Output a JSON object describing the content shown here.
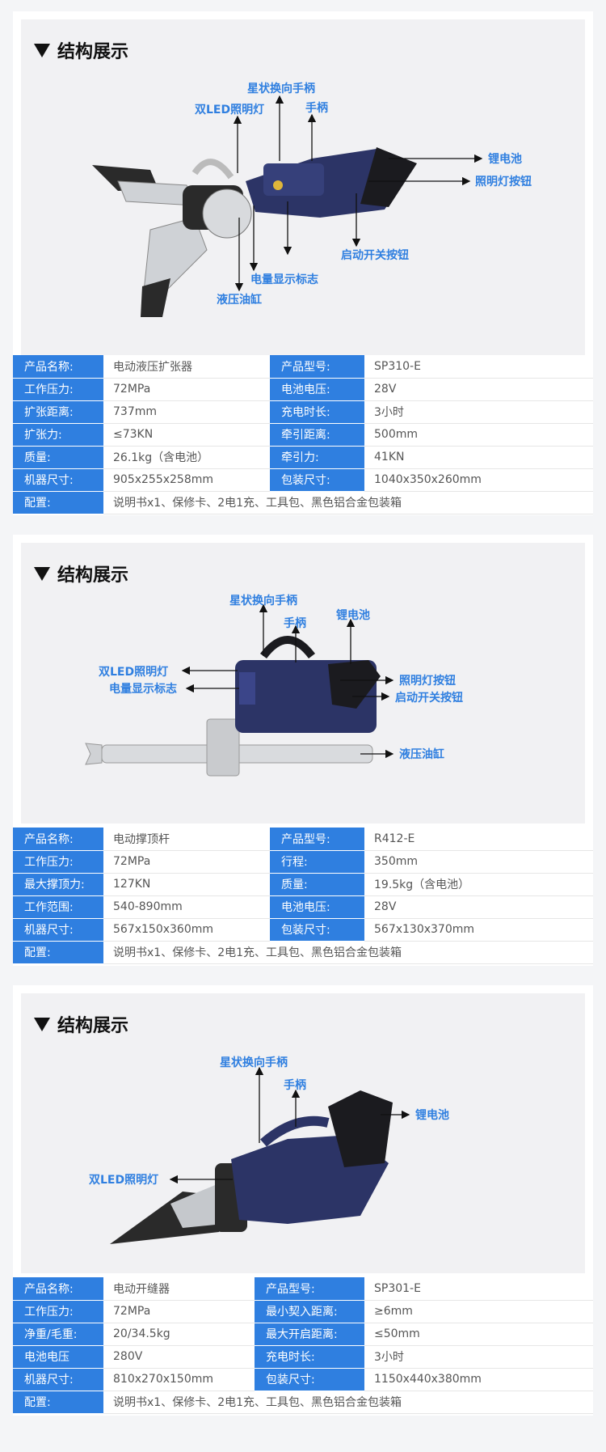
{
  "section_title": "结构展示",
  "products": [
    {
      "labels": {
        "star_handle": "星状换向手柄",
        "handle": "手柄",
        "led": "双LED照明灯",
        "battery": "锂电池",
        "light_button": "照明灯按钮",
        "start_button": "启动开关按钮",
        "power_indicator": "电量显示标志",
        "cylinder": "液压油缸"
      },
      "specs": [
        [
          {
            "k": "产品名称:",
            "v": "电动液压扩张器"
          },
          {
            "k": "产品型号:",
            "v": "SP310-E"
          }
        ],
        [
          {
            "k": "工作压力:",
            "v": "72MPa"
          },
          {
            "k": "电池电压:",
            "v": "28V"
          }
        ],
        [
          {
            "k": "扩张距离:",
            "v": "737mm"
          },
          {
            "k": "充电时长:",
            "v": "3小时"
          }
        ],
        [
          {
            "k": "扩张力:",
            "v": "≤73KN"
          },
          {
            "k": "牵引距离:",
            "v": "500mm"
          }
        ],
        [
          {
            "k": "质量:",
            "v": "26.1kg（含电池）"
          },
          {
            "k": "牵引力:",
            "v": "41KN"
          }
        ],
        [
          {
            "k": "机器尺寸:",
            "v": "905x255x258mm"
          },
          {
            "k": "包装尺寸:",
            "v": "1040x350x260mm"
          }
        ],
        [
          {
            "k": "配置:",
            "v": "说明书x1、保修卡、2电1充、工具包、黑色铝合金包装箱"
          }
        ]
      ]
    },
    {
      "labels": {
        "star_handle": "星状换向手柄",
        "handle": "手柄",
        "battery": "锂电池",
        "led": "双LED照明灯",
        "power_indicator": "电量显示标志",
        "light_button": "照明灯按钮",
        "start_button": "启动开关按钮",
        "cylinder": "液压油缸"
      },
      "specs": [
        [
          {
            "k": "产品名称:",
            "v": "电动撑顶杆"
          },
          {
            "k": "产品型号:",
            "v": "R412-E"
          }
        ],
        [
          {
            "k": "工作压力:",
            "v": "72MPa"
          },
          {
            "k": "行程:",
            "v": "350mm"
          }
        ],
        [
          {
            "k": "最大撑顶力:",
            "v": "127KN"
          },
          {
            "k": "质量:",
            "v": "19.5kg（含电池）"
          }
        ],
        [
          {
            "k": "工作范围:",
            "v": "540-890mm"
          },
          {
            "k": "电池电压:",
            "v": "28V"
          }
        ],
        [
          {
            "k": "机器尺寸:",
            "v": "567x150x360mm"
          },
          {
            "k": "包装尺寸:",
            "v": "567x130x370mm"
          }
        ],
        [
          {
            "k": "配置:",
            "v": "说明书x1、保修卡、2电1充、工具包、黑色铝合金包装箱"
          }
        ]
      ]
    },
    {
      "labels": {
        "star_handle": "星状换向手柄",
        "handle": "手柄",
        "battery": "锂电池",
        "led": "双LED照明灯"
      },
      "specs": [
        [
          {
            "k": "产品名称:",
            "v": "电动开缝器"
          },
          {
            "k": "产品型号:",
            "v": "SP301-E"
          }
        ],
        [
          {
            "k": "工作压力:",
            "v": "72MPa"
          },
          {
            "k": "最小契入距离:",
            "v": "≥6mm"
          }
        ],
        [
          {
            "k": "净重/毛重:",
            "v": "20/34.5kg"
          },
          {
            "k": "最大开启距离:",
            "v": "≤50mm"
          }
        ],
        [
          {
            "k": "电池电压",
            "v": "280V"
          },
          {
            "k": "充电时长:",
            "v": "3小时"
          }
        ],
        [
          {
            "k": "机器尺寸:",
            "v": "810x270x150mm"
          },
          {
            "k": "包装尺寸:",
            "v": "1150x440x380mm"
          }
        ],
        [
          {
            "k": "配置:",
            "v": "说明书x1、保修卡、2电1充、工具包、黑色铝合金包装箱"
          }
        ]
      ]
    }
  ]
}
